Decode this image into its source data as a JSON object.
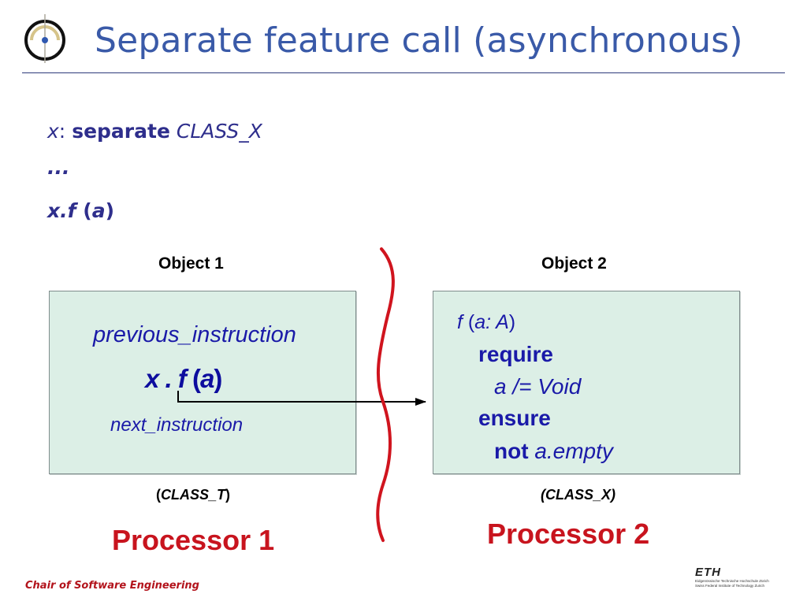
{
  "slide": {
    "title": "Separate feature call (asynchronous)",
    "footer": "Chair of Software Engineering"
  },
  "code_lines": {
    "line1": {
      "var": "x",
      "colon": ":",
      "keyword": "separate",
      "type": "CLASS_X"
    },
    "line2": "...",
    "line3": {
      "target": "x",
      "dot": ".",
      "feature": "f",
      "open": "(",
      "arg": "a",
      "close": ")"
    }
  },
  "object1": {
    "label": "Object 1",
    "previous": "previous_instruction",
    "call": {
      "target": "x",
      "dot": ".",
      "feature": "f",
      "open": "(",
      "arg": "a",
      "close": ")"
    },
    "next": "next_instruction",
    "class_open": "(",
    "class_name": "CLASS_T",
    "class_close": ")",
    "processor": "Processor 1"
  },
  "object2": {
    "label": "Object 2",
    "signature": {
      "feature": "f",
      "open": "(",
      "param": "a: A",
      "close": ")"
    },
    "require_kw": "require",
    "precondition": "a /= Void",
    "ensure_kw": "ensure",
    "not_kw": "not",
    "postcondition": "a.empty",
    "class_label": "(CLASS_X)",
    "processor": "Processor 2"
  },
  "logo": {
    "eth_text": "ETH",
    "eth_line1": "Eidgenössische Technische Hochschule Zürich",
    "eth_line2": "Swiss Federal Institute of Technology Zurich"
  },
  "colors": {
    "title": "#3a5aa8",
    "code": "#2e2e8c",
    "box_fill": "#dcefe6",
    "box_text": "#1a1aa8",
    "processor": "#c8141e",
    "separator": "#d0141e"
  }
}
